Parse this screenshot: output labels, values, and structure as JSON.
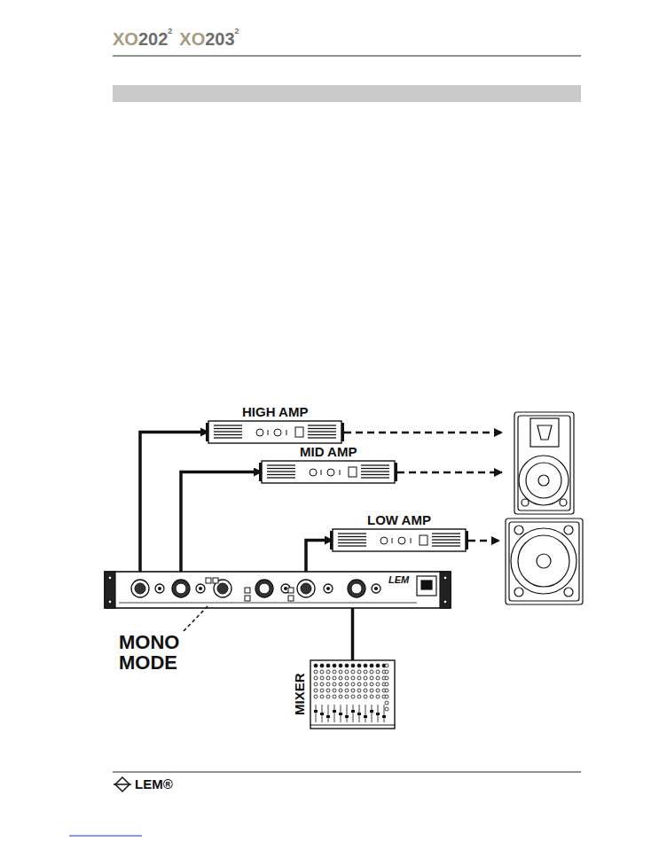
{
  "diagram": {
    "nodes": [
      {
        "text": [
          "HIGH AMP"
        ]
      },
      {
        "text": [
          "MID AMP"
        ]
      },
      {
        "text": [
          "LOW AMP"
        ]
      },
      {
        "text": [
          "LEM"
        ]
      },
      {
        "text": [
          "MIXER"
        ]
      }
    ],
    "edges": [
      {
        "from": 3,
        "to": 0,
        "arrow": "to"
      },
      {
        "from": 3,
        "to": 1,
        "arrow": "to"
      },
      {
        "from": 3,
        "to": 2,
        "arrow": "to"
      },
      {
        "from": 4,
        "to": 3,
        "arrow": "none"
      }
    ],
    "labels": [
      "XO",
      "202",
      "2",
      "XO",
      "203",
      "2",
      "MONO MODE",
      "LEM®"
    ]
  }
}
